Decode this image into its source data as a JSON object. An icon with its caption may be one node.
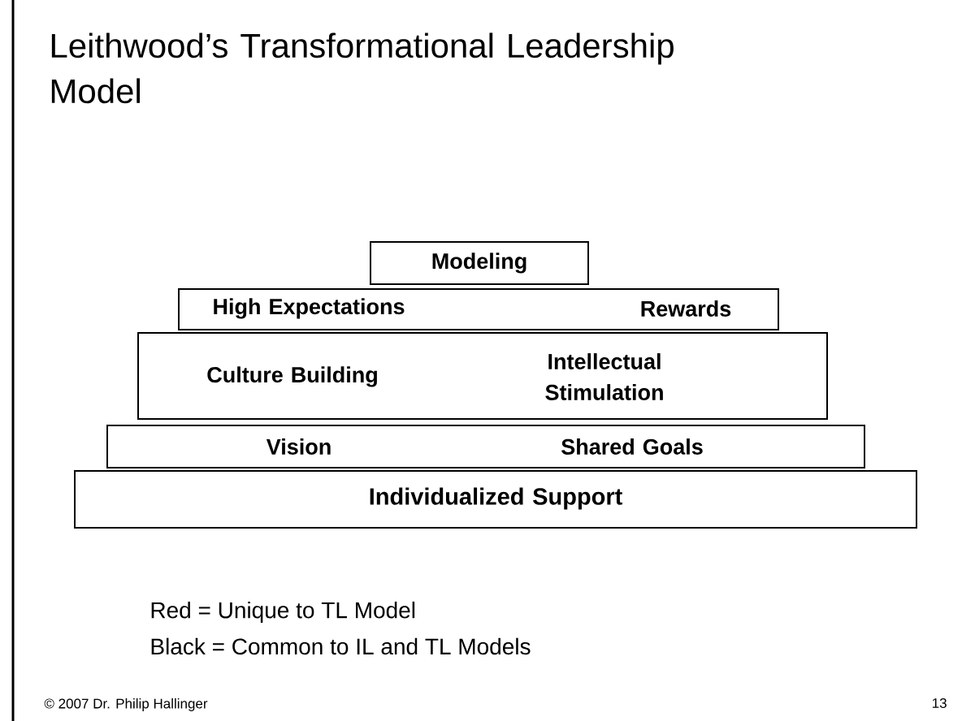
{
  "diagram": {
    "title": "Leithwood’s Transformational Leadership Model",
    "nodes": [
      {
        "text": [
          "Modeling"
        ]
      },
      {
        "text": [
          "High Expectations",
          "Rewards"
        ]
      },
      {
        "text": [
          "Culture Building",
          "Intellectual Stimulation"
        ]
      },
      {
        "text": [
          "Vision",
          "Shared Goals"
        ]
      },
      {
        "text": [
          "Individualized Support"
        ]
      }
    ],
    "labels": [
      "Red = Unique to TL Model",
      "Black = Common to IL and TL Models",
      "© 2007 Dr. Philip Hallinger",
      "13"
    ]
  }
}
